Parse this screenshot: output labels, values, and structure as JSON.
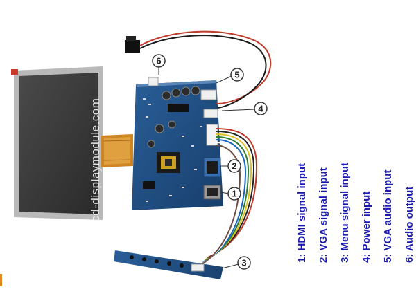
{
  "legend": {
    "items": [
      "1: HDMI signal input",
      "2: VGA signal input",
      "3: Menu signal input",
      "4: Power input",
      "5: VGA audio input",
      "6: Audio output"
    ]
  },
  "callouts": {
    "c1": "1",
    "c2": "2",
    "c3": "3",
    "c4": "4",
    "c5": "5",
    "c6": "6"
  },
  "watermark": "lcd-displaymodule.com",
  "colors": {
    "legend_text": "#1a1ab0",
    "board": "#1f4f86",
    "panel_screen": "#3b3b3b",
    "fpc": "#d08a2a"
  }
}
